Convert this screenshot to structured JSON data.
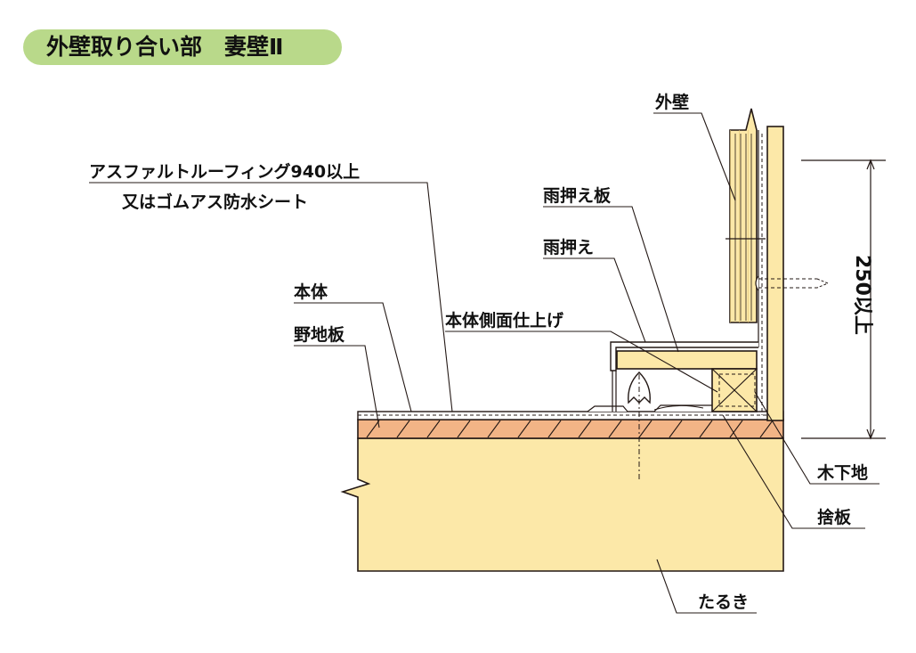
{
  "title": "外壁取り合い部　妻壁Ⅱ",
  "labels": {
    "gaiheki": "外壁",
    "sheet_line1": "アスファルトルーフィング940以上",
    "sheet_line2": "又はゴムアス防水シート",
    "amaosae_ita": "雨押え板",
    "amaosae": "雨押え",
    "hontai": "本体",
    "nojiita": "野地板",
    "hontai_sokumen": "本体側面仕上げ",
    "dimension": "250以上",
    "kishita": "木下地",
    "sutebita": "捨板",
    "taruki": "たるき"
  },
  "colors": {
    "title_bg": "#b9d98a",
    "wood": "#fce8a8",
    "nojiita": "#f2b486",
    "line": "#231815"
  }
}
